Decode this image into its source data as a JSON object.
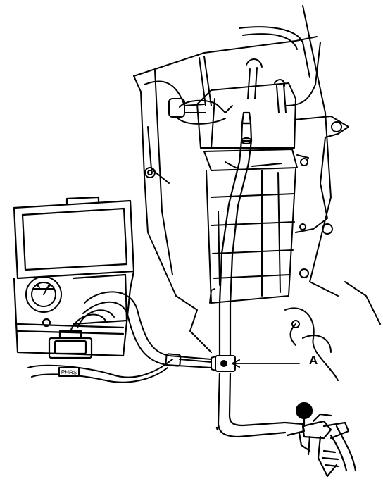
{
  "diagram": {
    "callout_label": "A",
    "hose_tag_text": "PHRS",
    "colors": {
      "line": "#000000",
      "fill": "#ffffff"
    },
    "parts": [
      "engine-bay-outline",
      "charcoal-canister",
      "canister-bracket",
      "vacuum-hose",
      "tee-fitting",
      "leak-tester-case",
      "pressure-gauge",
      "vacuum-pump"
    ]
  }
}
